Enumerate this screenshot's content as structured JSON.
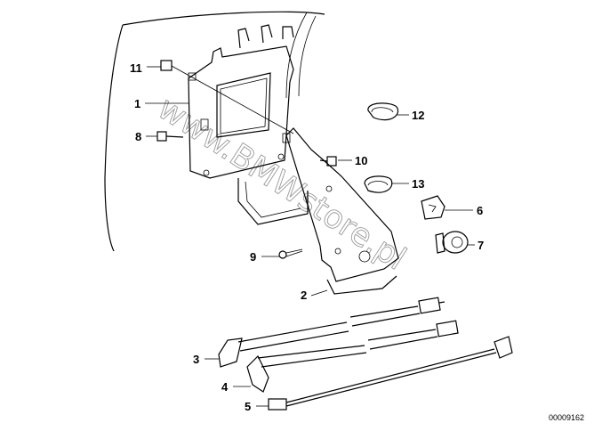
{
  "diagram": {
    "watermark": "www.BMWstore.pl",
    "reference_code": "00009162",
    "callouts": [
      {
        "id": "1",
        "label": "1"
      },
      {
        "id": "2",
        "label": "2"
      },
      {
        "id": "3",
        "label": "3"
      },
      {
        "id": "4",
        "label": "4"
      },
      {
        "id": "5",
        "label": "5"
      },
      {
        "id": "6",
        "label": "6"
      },
      {
        "id": "7",
        "label": "7"
      },
      {
        "id": "8",
        "label": "8"
      },
      {
        "id": "9",
        "label": "9"
      },
      {
        "id": "10",
        "label": "10"
      },
      {
        "id": "11",
        "label": "11"
      },
      {
        "id": "12",
        "label": "12"
      },
      {
        "id": "13",
        "label": "13"
      }
    ]
  }
}
